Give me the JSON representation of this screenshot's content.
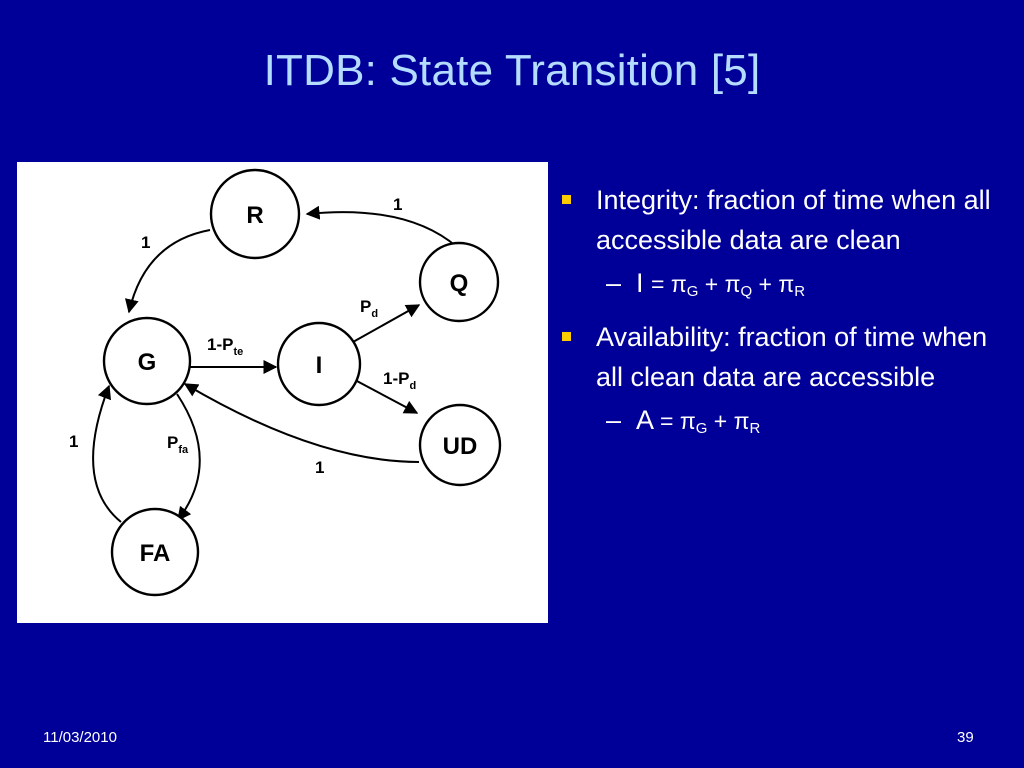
{
  "slide": {
    "title": "ITDB: State Transition [5]",
    "footer_date": "11/03/2010",
    "page_number": "39"
  },
  "diagram": {
    "nodes": {
      "R": "R",
      "Q": "Q",
      "G": "G",
      "I": "I",
      "UD": "UD",
      "FA": "FA"
    },
    "edges": {
      "q_to_r": "1",
      "r_to_g": "1",
      "i_to_q": {
        "main": "P",
        "sub": "d"
      },
      "g_to_i": {
        "main": "1-P",
        "sub": "te"
      },
      "i_to_ud": {
        "main": "1-P",
        "sub": "d"
      },
      "g_to_fa": {
        "main": "P",
        "sub": "fa"
      },
      "ud_to_g": "1",
      "fa_to_g": "1"
    }
  },
  "bullets": {
    "integrity": {
      "text": "Integrity: fraction of time when all accessible data are clean",
      "formula": {
        "lhs": "I",
        "rest": "= π",
        "s1": "G",
        "p1": " + π",
        "s2": "Q",
        "p2": " + π",
        "s3": "R"
      }
    },
    "availability": {
      "text": "Availability: fraction of time when all clean data are accessible",
      "formula": {
        "lhs": "A",
        "rest": "= π",
        "s1": "G",
        "p1": " + π",
        "s2": "R"
      }
    }
  },
  "colors": {
    "background": "#000099",
    "title": "#b4dcff",
    "bullet_marker": "#ffcc00"
  }
}
